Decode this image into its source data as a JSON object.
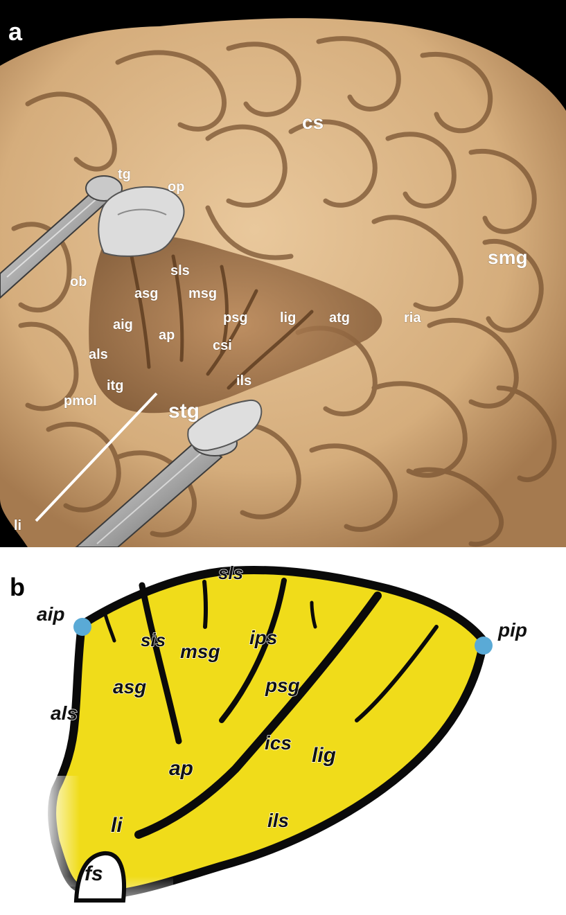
{
  "panel_a": {
    "letter": "a",
    "labels": {
      "cs": "cs",
      "tg": "tg",
      "op": "op",
      "smg": "smg",
      "sls": "sls",
      "ob": "ob",
      "asg": "asg",
      "msg": "msg",
      "psg": "psg",
      "lig": "lig",
      "atg": "atg",
      "ria": "ria",
      "aig": "aig",
      "ap": "ap",
      "csi": "csi",
      "als": "als",
      "itg": "itg",
      "ils": "ils",
      "pmol": "pmol",
      "stg": "stg",
      "li": "li"
    }
  },
  "panel_b": {
    "letter": "b",
    "labels": {
      "sls": "sls",
      "aip": "aip",
      "pip": "pip",
      "sis": "sis",
      "msg": "msg",
      "ips": "ips",
      "asg": "asg",
      "psg": "psg",
      "als": "als",
      "ics": "ics",
      "lig": "lig",
      "ap": "ap",
      "li": "li",
      "ils": "ils",
      "fs": "fs"
    }
  },
  "colors": {
    "photo_background": "#000000",
    "brain_tissue": "#d8b384",
    "insula_yellow": "#f0dc1a",
    "sulcus_black": "#0a0a0a",
    "landmark_blue": "#5aaad6"
  }
}
